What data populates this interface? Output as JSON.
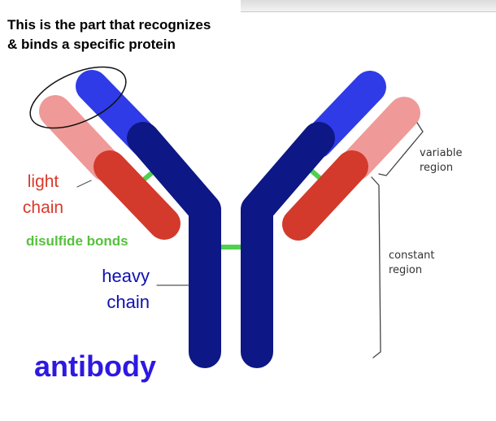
{
  "caption": {
    "line1": "This is the part that recognizes",
    "line2": "& binds a specific protein"
  },
  "labels": {
    "light_chain": [
      "light",
      "chain"
    ],
    "disulfide_bonds": "disulfide bonds",
    "heavy_chain": [
      "heavy",
      "chain"
    ],
    "variable_region": [
      "variable",
      "region"
    ],
    "constant_region": [
      "constant",
      "region"
    ],
    "antibody": "antibody"
  },
  "colors": {
    "heavy_chain": "#0d1785",
    "heavy_variable": "#2f3be6",
    "light_constant": "#d33a2c",
    "light_variable": "#ef9a98",
    "disulfide": "#4fd04f",
    "leader": "#555555"
  }
}
